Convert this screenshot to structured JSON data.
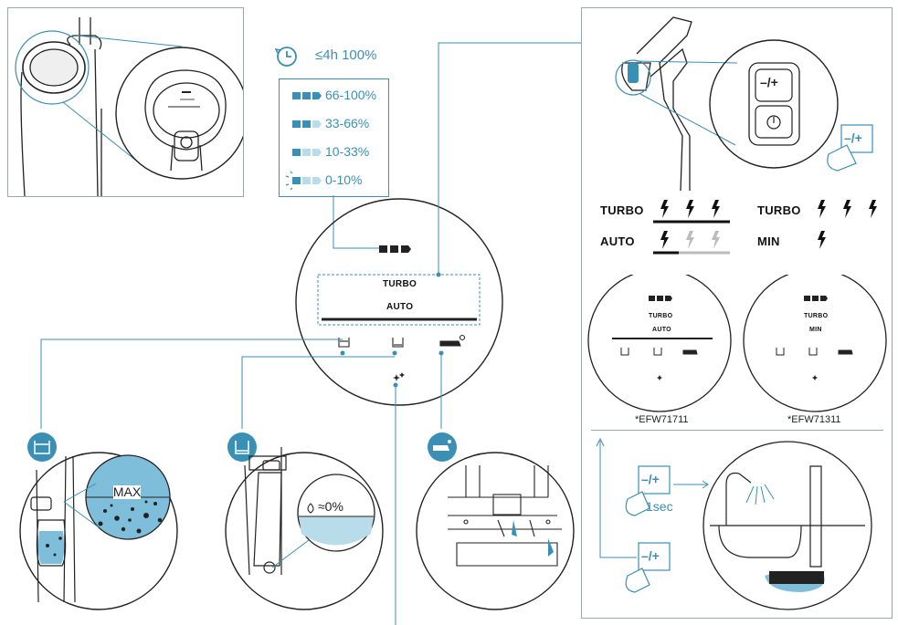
{
  "colors": {
    "accent": "#3a8fb4",
    "light_accent": "#b9dcea",
    "line": "#222222",
    "frame": "#9aa7ad"
  },
  "battery": {
    "runtime": "≤4h 100%",
    "levels": [
      {
        "label": "66-100%",
        "filled": 3
      },
      {
        "label": "33-66%",
        "filled": 2
      },
      {
        "label": "10-33%",
        "filled": 1
      },
      {
        "label": "0-10%",
        "filled": 1,
        "blinking": true
      }
    ]
  },
  "display": {
    "mode_top": "TURBO",
    "mode_bottom": "AUTO"
  },
  "modes": {
    "left": [
      {
        "label": "TURBO",
        "bolts": 3,
        "active": 3
      },
      {
        "label": "AUTO",
        "bolts": 3,
        "active": 1
      }
    ],
    "right": [
      {
        "label": "TURBO",
        "bolts": 3,
        "active": 3
      },
      {
        "label": "MIN",
        "bolts": 1,
        "active": 1
      }
    ]
  },
  "models": {
    "left": {
      "line1": "TURBO",
      "line2": "AUTO",
      "name": "*EFW71711"
    },
    "right": {
      "line1": "TURBO",
      "line2": "MIN",
      "name": "*EFW71311"
    }
  },
  "button": {
    "label": "–/+",
    "press_time": "1sec"
  },
  "clean_water": {
    "label": "MAX"
  },
  "dirty_water": {
    "label": "≈0%"
  }
}
